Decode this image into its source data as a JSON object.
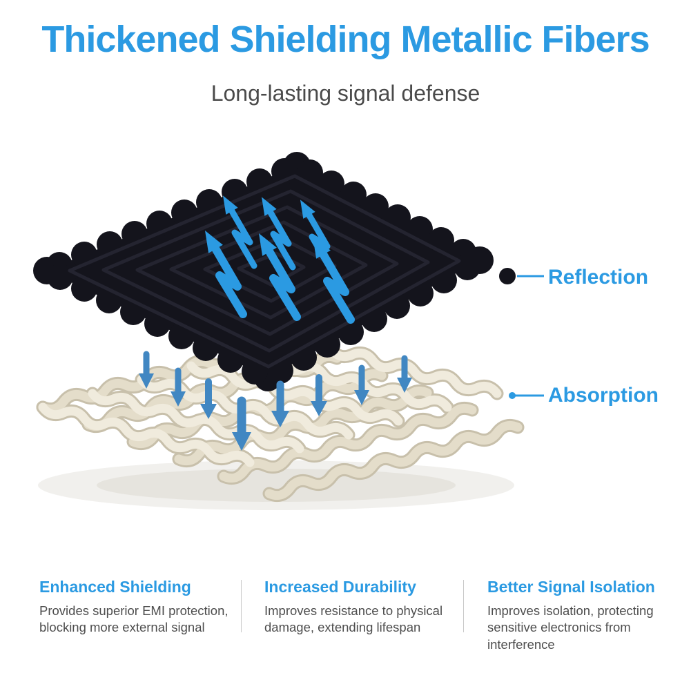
{
  "header": {
    "title": "Thickened Shielding Metallic Fibers",
    "subtitle": "Long-lasting signal defense"
  },
  "callouts": {
    "reflection": "Reflection",
    "absorption": "Absorption"
  },
  "features": [
    {
      "heading": "Enhanced Shielding",
      "body": "Provides superior EMI protection, blocking more external signal"
    },
    {
      "heading": "Increased Durability",
      "body": "Improves resistance to physical damage, extending lifespan"
    },
    {
      "heading": "Better Signal Isolation",
      "body": "Improves isolation, protecting sensitive electronics from interference"
    }
  ],
  "colors": {
    "accent_blue": "#2b9ae2",
    "down_arrow_blue": "#4187c2",
    "fabric_dark": "#14141c",
    "fabric_ring": "#262633",
    "mesh_light": "#f0ebdd",
    "mesh_mid": "#e4ddca",
    "mesh_shadow": "#c8c0ab",
    "body_text": "#4d4d4d",
    "divider_gray": "#c9c9c9"
  }
}
